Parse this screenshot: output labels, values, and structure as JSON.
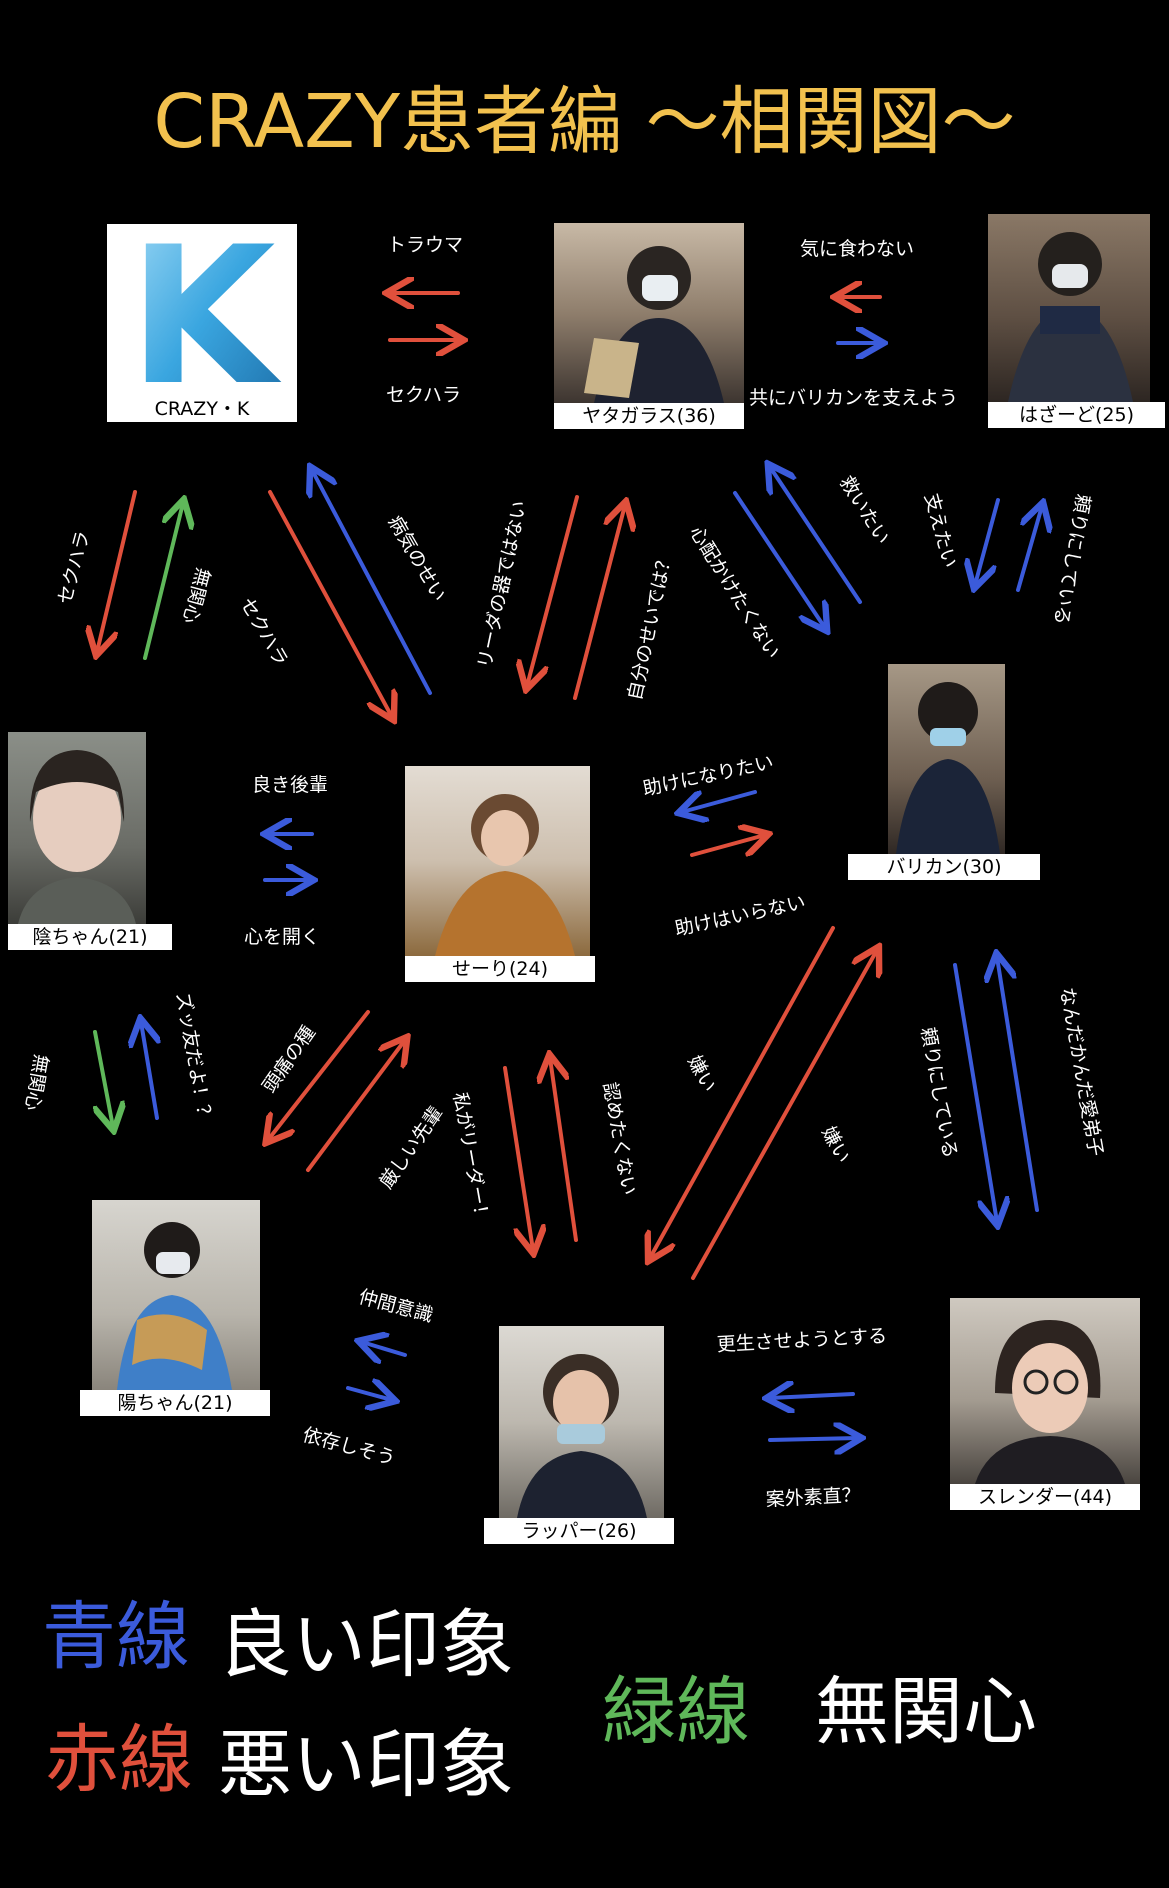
{
  "title": "CRAZY患者編 ～相関図～",
  "colors": {
    "blue": "#3b5bdb",
    "red": "#e0503c",
    "green": "#5fb85a",
    "title": "#f2c14e"
  },
  "nodes": {
    "k": {
      "name": "CRAZY・K",
      "logo_letter": "K"
    },
    "yatagarasu": {
      "name": "ヤタガラス(36)"
    },
    "hazado": {
      "name": "はざーど(25)"
    },
    "barikan": {
      "name": "バリカン(30)"
    },
    "in": {
      "name": "陰ちゃん(21)"
    },
    "seri": {
      "name": "せーり(24)"
    },
    "you": {
      "name": "陽ちゃん(21)"
    },
    "rapper": {
      "name": "ラッパー(26)"
    },
    "slender": {
      "name": "スレンダー(44)"
    }
  },
  "labels": {
    "trauma": "トラウマ",
    "sekuhara_top": "セクハラ",
    "kini_kuwanai": "気に食わない",
    "tomoni": "共にバリカンを支えよう",
    "sekuhara_left": "セクハラ",
    "mukanshin_left": "無関心",
    "sekuhara_mid": "セクハラ",
    "byouki": "病気のせい",
    "leader_utsuwa": "リーダの器ではない",
    "jibun_sei": "自分のせいでは？",
    "shinpai": "心配かけたくない",
    "sukuitai": "救いたい",
    "sasaetai": "支えたい",
    "tayori_top": "頼りにしている",
    "yoki_kouhai": "良き後輩",
    "kokoro": "心を開く",
    "tasuke_naritai": "助けになりたい",
    "tasuke_iranai": "助けはいらない",
    "mukanshin_low": "無関心",
    "zuttomo": "ズッ友だよ！？",
    "zutsuu": "頭痛の種",
    "kibishii": "厳しい先輩",
    "watashi_leader": "私がリーダー！",
    "mitometakunai": "認めたくない",
    "kirai_1": "嫌い",
    "kirai_2": "嫌い",
    "tayori_low": "頼りにしている",
    "nandakanda": "なんだかんだ愛弟子",
    "nakama": "仲間意識",
    "izon": "依存しそう",
    "kousei": "更生させようとする",
    "angai": "案外素直？"
  },
  "legend": {
    "blue_name": "青線",
    "blue_meaning": "良い印象",
    "red_name": "赤線",
    "red_meaning": "悪い印象",
    "green_name": "緑線",
    "green_meaning": "無関心"
  }
}
